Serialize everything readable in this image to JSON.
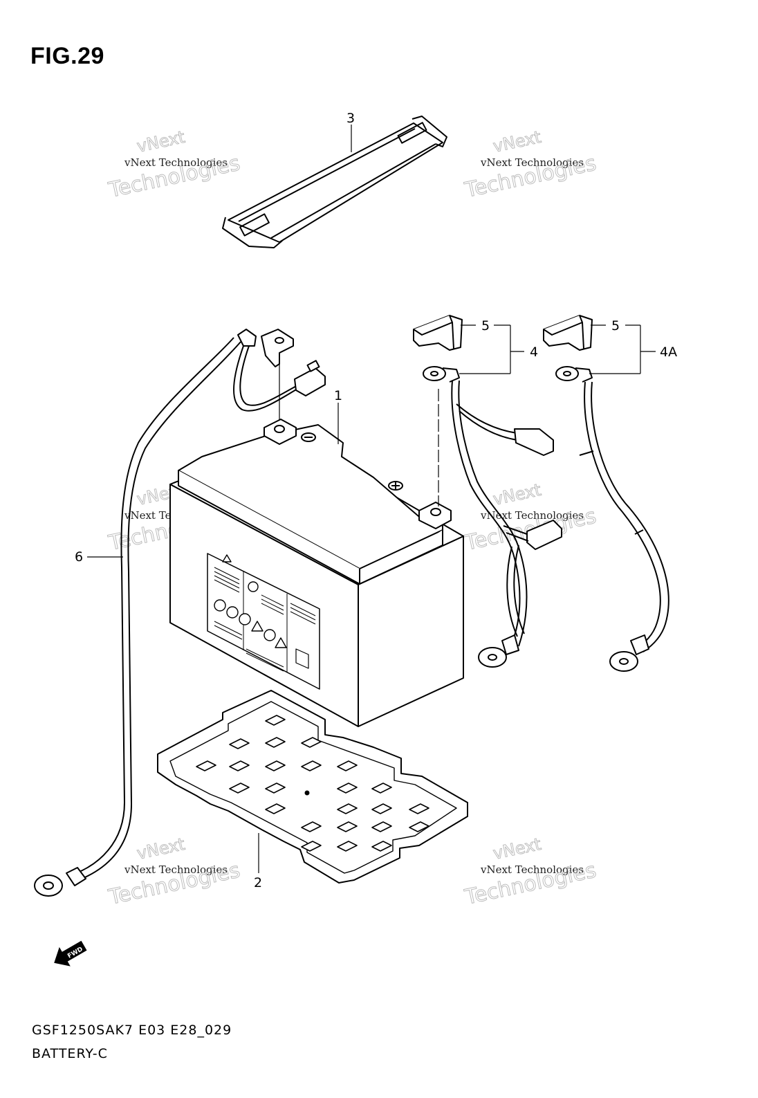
{
  "figure": {
    "title": "FIG.29",
    "footer_code": "GSF1250SAK7 E03 E28_029",
    "footer_name": "BATTERY-C"
  },
  "callouts": {
    "battery": "1",
    "tray": "2",
    "strap": "3",
    "cable_set": "4",
    "cable_set_a": "4A",
    "cap_left": "5",
    "cap_right": "5",
    "ground_cable": "6"
  },
  "watermark": {
    "small": "vNext Technologies",
    "large_top": "vNext",
    "large_bottom": "Technologies"
  },
  "fwd_label": "FWD",
  "colors": {
    "line": "#000000",
    "watermark": "#b8b8b8"
  }
}
